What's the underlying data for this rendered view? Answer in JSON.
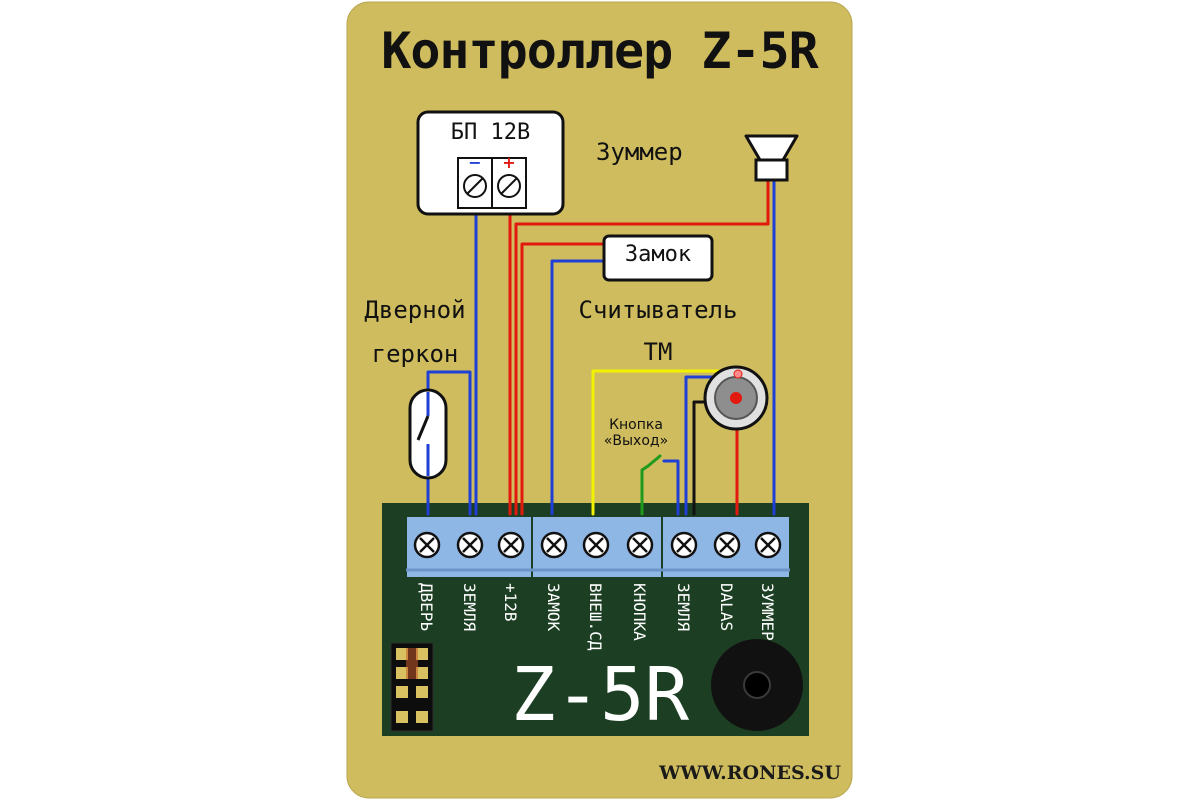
{
  "title": "Контроллер Z-5R",
  "psu": {
    "label": "БП 12В",
    "minus": "−",
    "plus": "+"
  },
  "buzzer": {
    "label": "Зуммер"
  },
  "lock": {
    "label": "Замок"
  },
  "door_sensor": {
    "label_line1": "Дверной",
    "label_line2": "геркон"
  },
  "reader": {
    "label_line1": "Считыватель",
    "label_line2": "ТМ"
  },
  "exit_button": {
    "label_line1": "Кнопка",
    "label_line2": "«Выход»"
  },
  "terminals": [
    "ДВЕРЬ",
    "ЗЕМЛЯ",
    "+12В",
    "ЗАМОК",
    "ВНЕШ.СД",
    "КНОПКА",
    "ЗЕМЛЯ",
    "DALAS",
    "ЗУММЕР"
  ],
  "board": {
    "name": "Z-5R"
  },
  "website": "WWW.RONES.SU",
  "colors": {
    "card_background": "#cfbc5e",
    "board_green": "#1c3f23",
    "terminal_blue": "#8fb7e6",
    "wire_blue": "#1f3fd6",
    "wire_red": "#e2190f",
    "wire_yellow": "#f2f200",
    "wire_green": "#1e9a1e",
    "wire_black": "#111111"
  }
}
